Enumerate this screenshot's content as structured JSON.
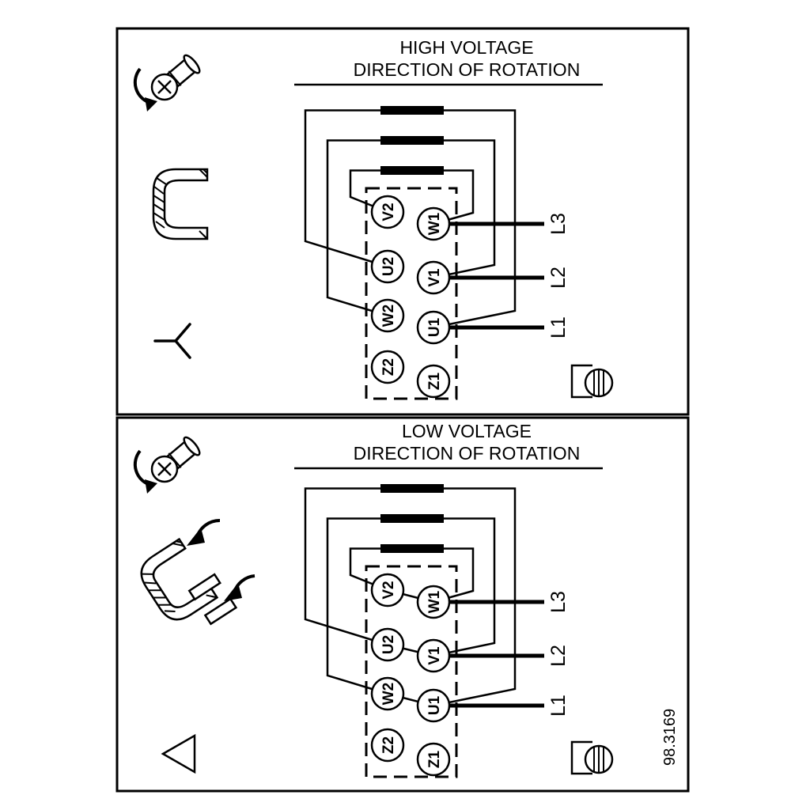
{
  "figure_number": "98.3169",
  "colors": {
    "ink": "#000000",
    "background": "#ffffff"
  },
  "panels": [
    {
      "title_line1": "HIGH VOLTAGE",
      "title_line2": "DIRECTION OF ROTATION",
      "connection": "star",
      "terminals_left": [
        "V2",
        "U2",
        "W2",
        "Z2"
      ],
      "terminals_right": [
        "W1",
        "V1",
        "U1",
        "Z1"
      ],
      "supply_lines": [
        "L3",
        "L2",
        "L1"
      ],
      "icons": [
        "screw-rotation-icon",
        "jumper-link-icon",
        "star-symbol",
        "earth-terminal-icon"
      ]
    },
    {
      "title_line1": "LOW VOLTAGE",
      "title_line2": "DIRECTION OF ROTATION",
      "connection": "delta",
      "terminals_left": [
        "V2",
        "U2",
        "W2",
        "Z2"
      ],
      "terminals_right": [
        "W1",
        "V1",
        "U1",
        "Z1"
      ],
      "supply_lines": [
        "L3",
        "L2",
        "L1"
      ],
      "icons": [
        "screw-rotation-icon",
        "jumper-link-move-icon",
        "delta-symbol",
        "earth-terminal-icon"
      ]
    }
  ]
}
